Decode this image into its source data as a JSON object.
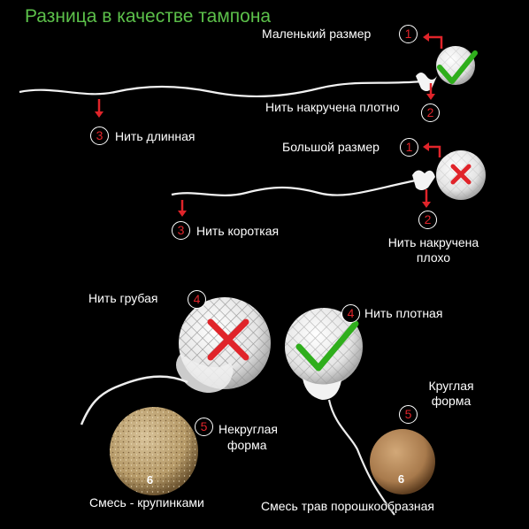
{
  "title": "Разница в качестве тампона",
  "colors": {
    "title": "#5cc04a",
    "marker": "#e0242a",
    "check": "#2fae1c",
    "cross": "#e0242a",
    "text": "#ffffff",
    "background": "#000000"
  },
  "top_row": {
    "small_size": "Маленький размер",
    "thread_wound_tight": "Нить накручена плотно",
    "thread_long": "Нить длинная",
    "marker_1": "1",
    "marker_2": "2",
    "marker_3": "3",
    "verdict_icon": "check-icon"
  },
  "middle_row": {
    "big_size": "Большой размер",
    "thread_short": "Нить короткая",
    "thread_wound_loose_line1": "Нить накручена",
    "thread_wound_loose_line2": "плохо",
    "marker_1": "1",
    "marker_2": "2",
    "marker_3": "3",
    "verdict_icon": "cross-icon"
  },
  "bottom_row": {
    "thread_rough": "Нить грубая",
    "thread_dense": "Нить плотная",
    "not_round_line1": "Некруглая",
    "not_round_line2": "форма",
    "round_line1": "Круглая",
    "round_line2": "форма",
    "mix_grains": "Смесь - крупинками",
    "mix_powder": "Смесь трав порошкообразная",
    "marker_4_left": "4",
    "marker_4_right": "4",
    "marker_5_left": "5",
    "marker_5_right": "5",
    "marker_6_left": "6",
    "marker_6_right": "6",
    "left_verdict_icon": "cross-icon",
    "right_verdict_icon": "check-icon"
  }
}
